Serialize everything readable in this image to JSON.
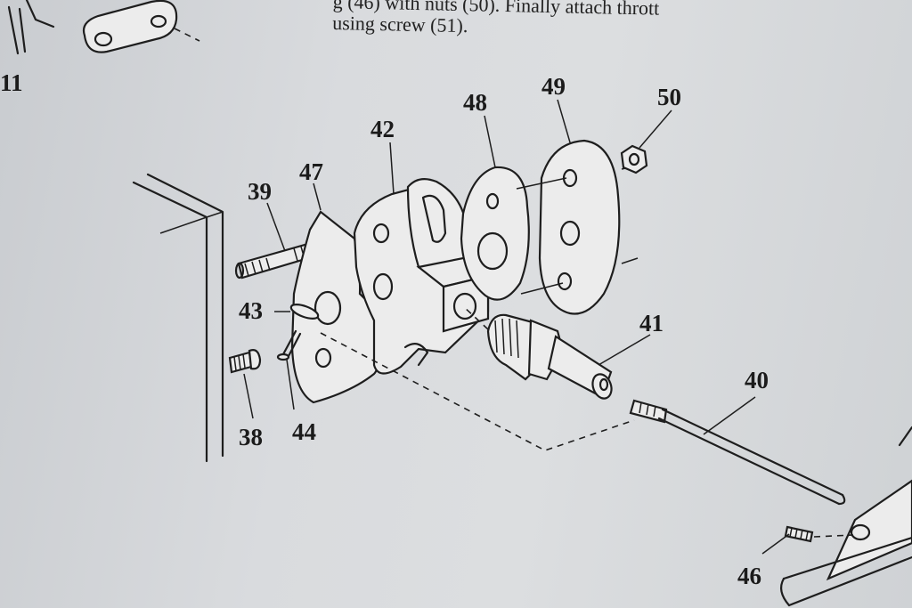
{
  "caption": {
    "line1": "g (46) with nuts (50).  Finally attach thrott",
    "line2": "using screw (51)."
  },
  "labels": {
    "p11": "11",
    "p39": "39",
    "p47": "47",
    "p42": "42",
    "p48": "48",
    "p49": "49",
    "p50": "50",
    "p43": "43",
    "p41": "41",
    "p40": "40",
    "p38": "38",
    "p44": "44",
    "p46": "46"
  }
}
